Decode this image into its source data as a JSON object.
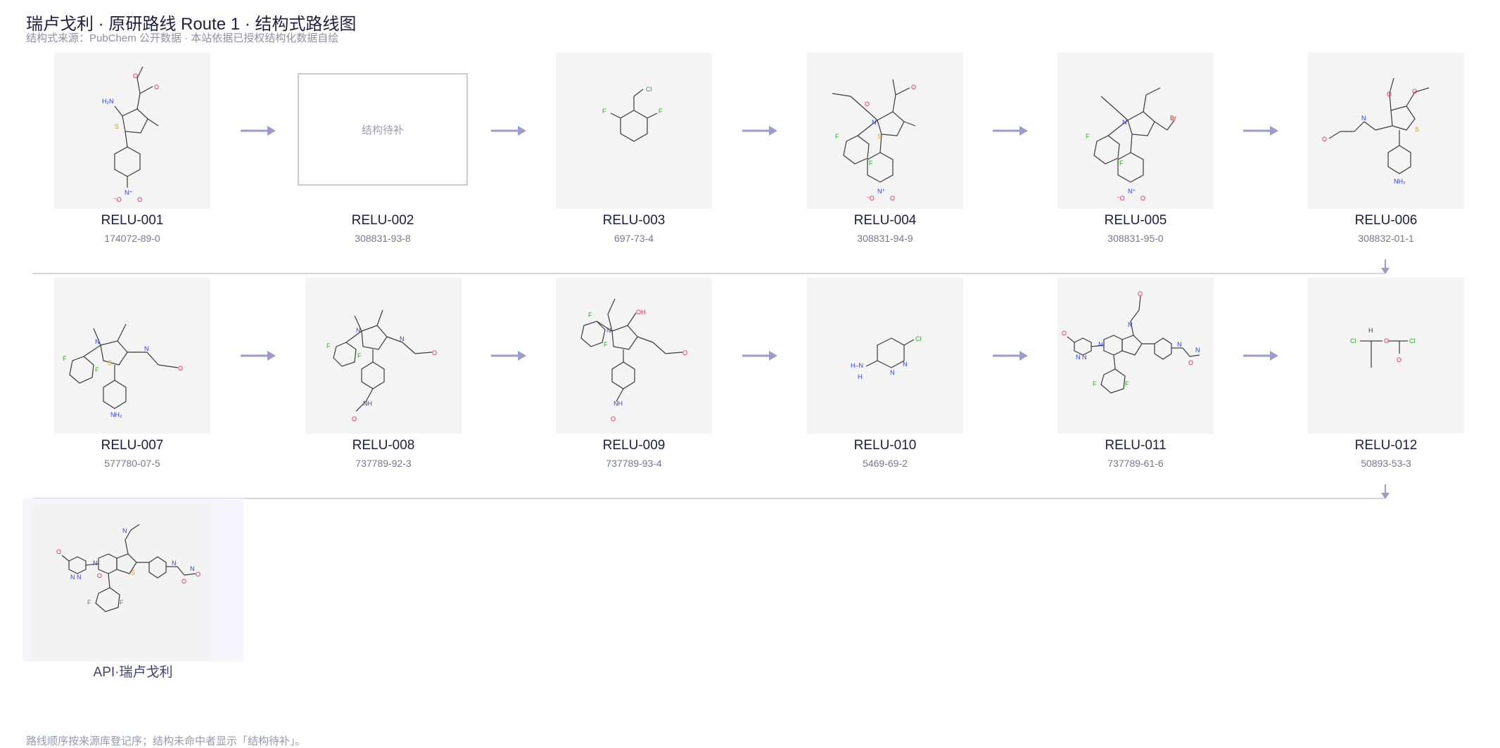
{
  "header": {
    "title": "瑞卢戈利 · 原研路线 Route 1 · 结构式路线图",
    "subtitle": "结构式来源：PubChem 公开数据 · 本站依据已授权结构化数据自绘"
  },
  "rows": [
    [
      {
        "code": "RELU-001",
        "cas": "174072-89-0",
        "structure": true
      },
      {
        "code": "RELU-002",
        "cas": "308831-93-8",
        "structure": false,
        "pending_text": "结构待补"
      },
      {
        "code": "RELU-003",
        "cas": "697-73-4",
        "structure": true
      },
      {
        "code": "RELU-004",
        "cas": "308831-94-9",
        "structure": true
      },
      {
        "code": "RELU-005",
        "cas": "308831-95-0",
        "structure": true
      },
      {
        "code": "RELU-006",
        "cas": "308832-01-1",
        "structure": true
      }
    ],
    [
      {
        "code": "RELU-007",
        "cas": "577780-07-5",
        "structure": true
      },
      {
        "code": "RELU-008",
        "cas": "737789-92-3",
        "structure": true
      },
      {
        "code": "RELU-009",
        "cas": "737789-93-4",
        "structure": true
      },
      {
        "code": "RELU-010",
        "cas": "5469-69-2",
        "structure": true
      },
      {
        "code": "RELU-011",
        "cas": "737789-61-6",
        "structure": true
      },
      {
        "code": "RELU-012",
        "cas": "50893-53-3",
        "structure": true
      }
    ]
  ],
  "api": {
    "label": "API·瑞卢戈利"
  },
  "footer": {
    "note": "路线顺序按来源库登记序；结构未命中者显示「结构待补」。"
  },
  "colors": {
    "arrow": "#9a9ccb",
    "divider": "#d6d7e6",
    "tile": "#f4f4f4",
    "oxygen": "#e0284a",
    "nitrogen": "#2b3fd6",
    "halogen": "#2aa82a",
    "sulfur": "#c9a21a"
  }
}
